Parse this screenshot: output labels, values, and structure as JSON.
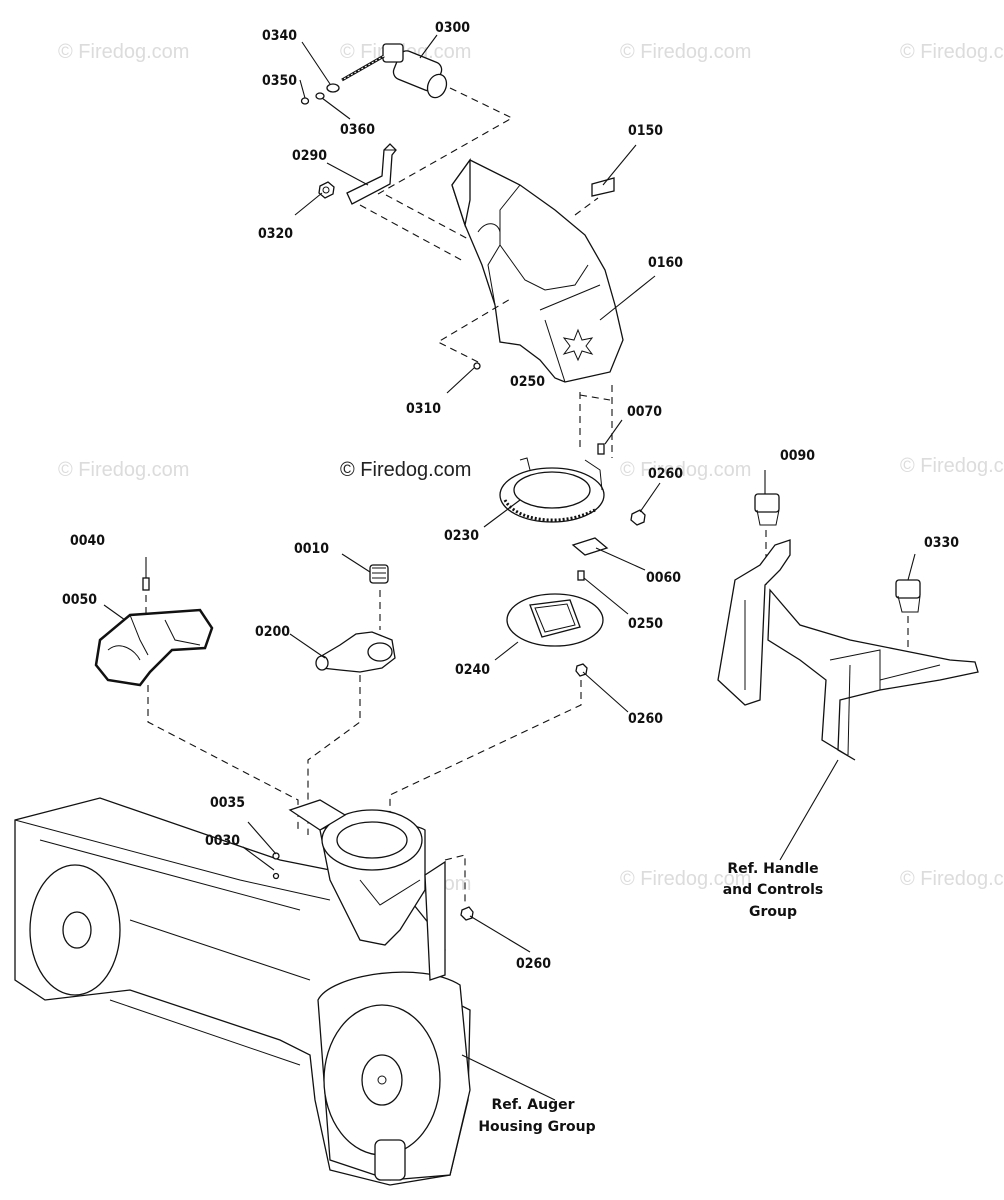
{
  "watermark": "© Firedog.com",
  "watermark_main": "© Firedog.com",
  "parts": [
    {
      "id": "p0340",
      "label": "0340"
    },
    {
      "id": "p0300",
      "label": "0300"
    },
    {
      "id": "p0350",
      "label": "0350"
    },
    {
      "id": "p0360",
      "label": "0360"
    },
    {
      "id": "p0290",
      "label": "0290"
    },
    {
      "id": "p0320",
      "label": "0320"
    },
    {
      "id": "p0150",
      "label": "0150"
    },
    {
      "id": "p0160",
      "label": "0160"
    },
    {
      "id": "p0310",
      "label": "0310"
    },
    {
      "id": "p0250a",
      "label": "0250"
    },
    {
      "id": "p0070",
      "label": "0070"
    },
    {
      "id": "p0260a",
      "label": "0260"
    },
    {
      "id": "p0230",
      "label": "0230"
    },
    {
      "id": "p0060",
      "label": "0060"
    },
    {
      "id": "p0090",
      "label": "0090"
    },
    {
      "id": "p0330",
      "label": "0330"
    },
    {
      "id": "p0040",
      "label": "0040"
    },
    {
      "id": "p0010",
      "label": "0010"
    },
    {
      "id": "p0050",
      "label": "0050"
    },
    {
      "id": "p0200",
      "label": "0200"
    },
    {
      "id": "p0250b",
      "label": "0250"
    },
    {
      "id": "p0240",
      "label": "0240"
    },
    {
      "id": "p0260b",
      "label": "0260"
    },
    {
      "id": "p0035",
      "label": "0035"
    },
    {
      "id": "p0030",
      "label": "0030"
    },
    {
      "id": "p0260c",
      "label": "0260"
    }
  ],
  "references": {
    "handle_line1": "Ref. Handle",
    "handle_line2": "and Controls",
    "handle_line3": "Group",
    "auger_line1": "Ref. Auger",
    "auger_line2": "Housing Group"
  }
}
